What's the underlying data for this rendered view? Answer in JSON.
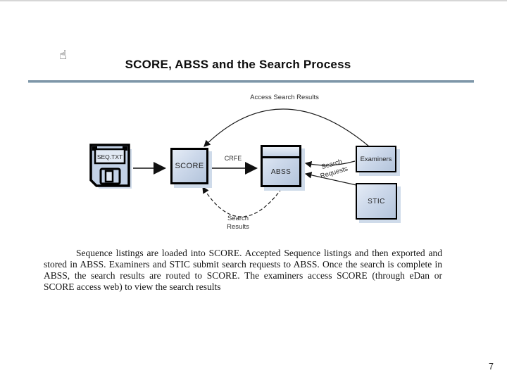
{
  "slide": {
    "title": "SCORE, ABSS and the Search Process",
    "paragraph": "Sequence listings are loaded into SCORE. Accepted Sequence listings and then exported and stored in ABSS. Examiners and STIC submit search requests to ABSS. Once the search is complete in ABSS, the search results are routed to SCORE. The examiners access SCORE (through eDan or SCORE access web) to view the search results",
    "page_number": "7"
  },
  "icons": {
    "hand": "☝"
  },
  "diagram": {
    "nodes": {
      "floppy": {
        "label": "SEQ.TXT"
      },
      "score": {
        "label": "SCORE"
      },
      "abss": {
        "label": "ABSS"
      },
      "examiners": {
        "label": "Examiners"
      },
      "stic": {
        "label": "STIC"
      }
    },
    "edge_labels": {
      "crfe": "CRFE",
      "access_search_results": "Access Search Results",
      "search_results_line1": "Search",
      "search_results_line2": "Results",
      "search_requests_line1": "Search",
      "search_requests_line2": "Requests"
    },
    "colors": {
      "node_fill_top": "#e5ecf6",
      "node_fill_bottom": "#b3c4db",
      "node_border": "#000000",
      "node_shadow": "#cfdbea",
      "title_rule": "#7e96a8"
    }
  }
}
